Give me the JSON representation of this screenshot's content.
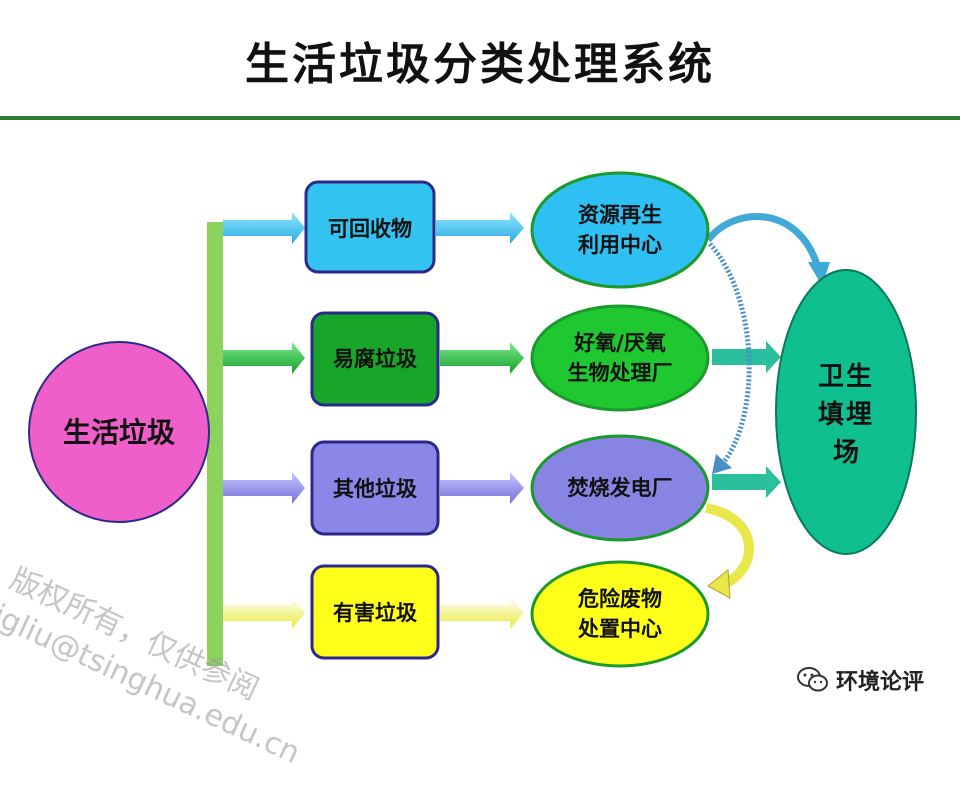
{
  "title": "生活垃圾分类处理系统",
  "source": {
    "label": "生活垃圾",
    "color": "#f05fc9"
  },
  "categories": [
    {
      "label": "可回收物",
      "color": "#33c3f0",
      "arrow_color": "#39b4e8"
    },
    {
      "label": "易腐垃圾",
      "color": "#17a52a",
      "arrow_color": "#1fb33a"
    },
    {
      "label": "其他垃圾",
      "color": "#8a87e8",
      "arrow_color": "#8e8ce6"
    },
    {
      "label": "有害垃圾",
      "color": "#ffff1a",
      "arrow_color": "#f4f42a"
    }
  ],
  "facilities": [
    {
      "lines": [
        "资源再生",
        "利用中心"
      ],
      "color": "#2ec0f2"
    },
    {
      "lines": [
        "好氧/厌氧",
        "生物处理厂"
      ],
      "color": "#1fc830"
    },
    {
      "lines": [
        "焚烧发电厂"
      ],
      "color": "#8884e4"
    },
    {
      "lines": [
        "危险废物",
        "处置中心"
      ],
      "color": "#ffff1a"
    }
  ],
  "landfill": {
    "lines": [
      "卫生",
      "填埋",
      "场"
    ],
    "color": "#0fbf8f"
  },
  "watermark": {
    "lines": [
      "版权所有，仅供参阅",
      "jgliu@tsinghua.edu.cn"
    ]
  },
  "brand": {
    "label": "环境论评",
    "icon": "wechat-icon"
  },
  "colors": {
    "title_rule": "#2e7d32",
    "trunk": "#8cd35e",
    "outline": "#2b2a8a",
    "landfill_arrow": "#2bbf9e",
    "curve_arrow": "#40a9d8",
    "hazard_arrow": "#e8e84a"
  }
}
